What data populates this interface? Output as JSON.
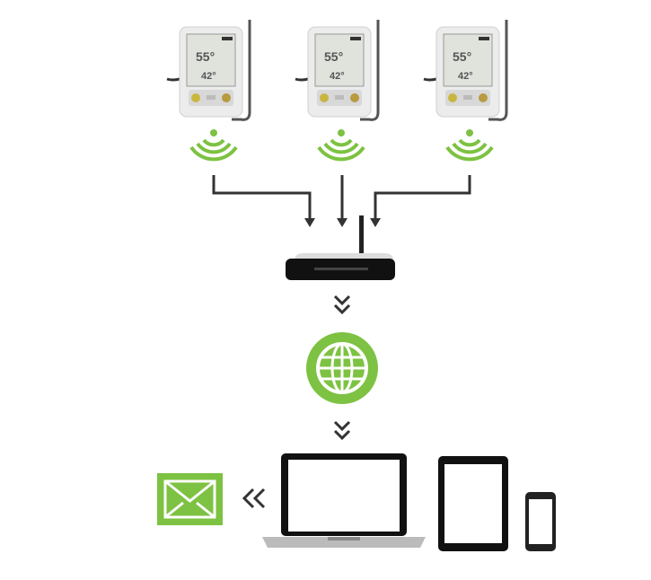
{
  "diagram": {
    "sensors": [
      {
        "name": "sensor-1",
        "reading_top": "55°",
        "reading_bottom": "42°"
      },
      {
        "name": "sensor-2",
        "reading_top": "55°",
        "reading_bottom": "42°"
      },
      {
        "name": "sensor-3",
        "reading_top": "55°",
        "reading_bottom": "42°"
      }
    ],
    "colors": {
      "accent": "#7dc242",
      "arrow": "#333333",
      "device": "#111111",
      "sensor_body": "#ececec",
      "lcd": "#dfe3dc"
    },
    "icons": [
      "wifi-signal-icon",
      "router-icon",
      "double-chevron-down-icon",
      "globe-icon",
      "laptop-icon",
      "tablet-icon",
      "smartphone-icon",
      "envelope-icon",
      "double-chevron-left-icon"
    ]
  }
}
